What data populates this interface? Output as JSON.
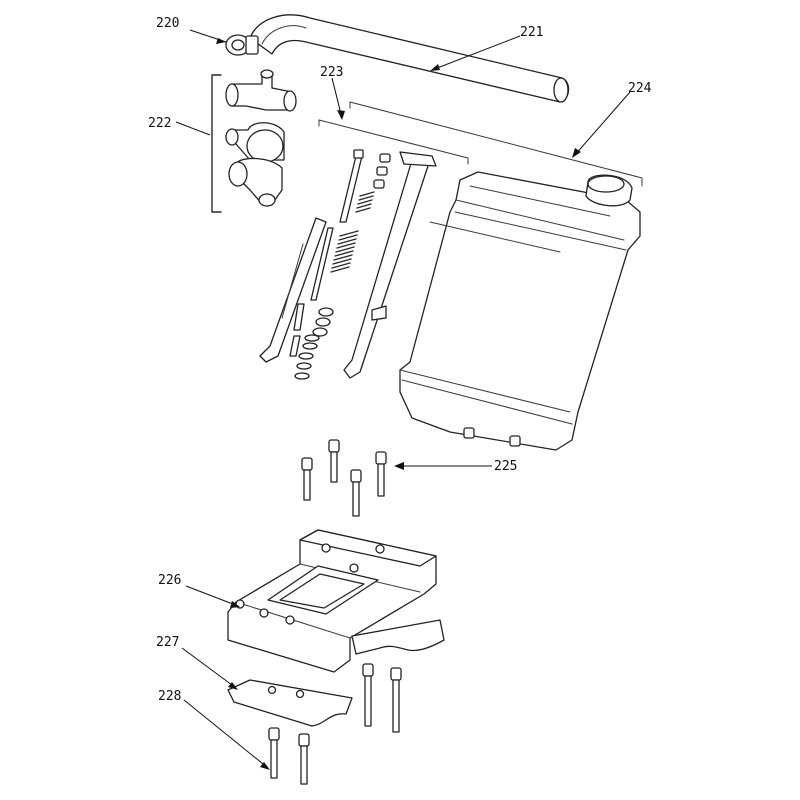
{
  "callouts": [
    {
      "id": "220",
      "text": "220"
    },
    {
      "id": "221",
      "text": "221"
    },
    {
      "id": "222",
      "text": "222"
    },
    {
      "id": "223",
      "text": "223"
    },
    {
      "id": "224",
      "text": "224"
    },
    {
      "id": "225",
      "text": "225"
    },
    {
      "id": "226",
      "text": "226"
    },
    {
      "id": "227",
      "text": "227"
    },
    {
      "id": "228",
      "text": "228"
    }
  ],
  "colors": {
    "line": "#222222",
    "background": "#ffffff",
    "fill": "#f4f4f4"
  }
}
